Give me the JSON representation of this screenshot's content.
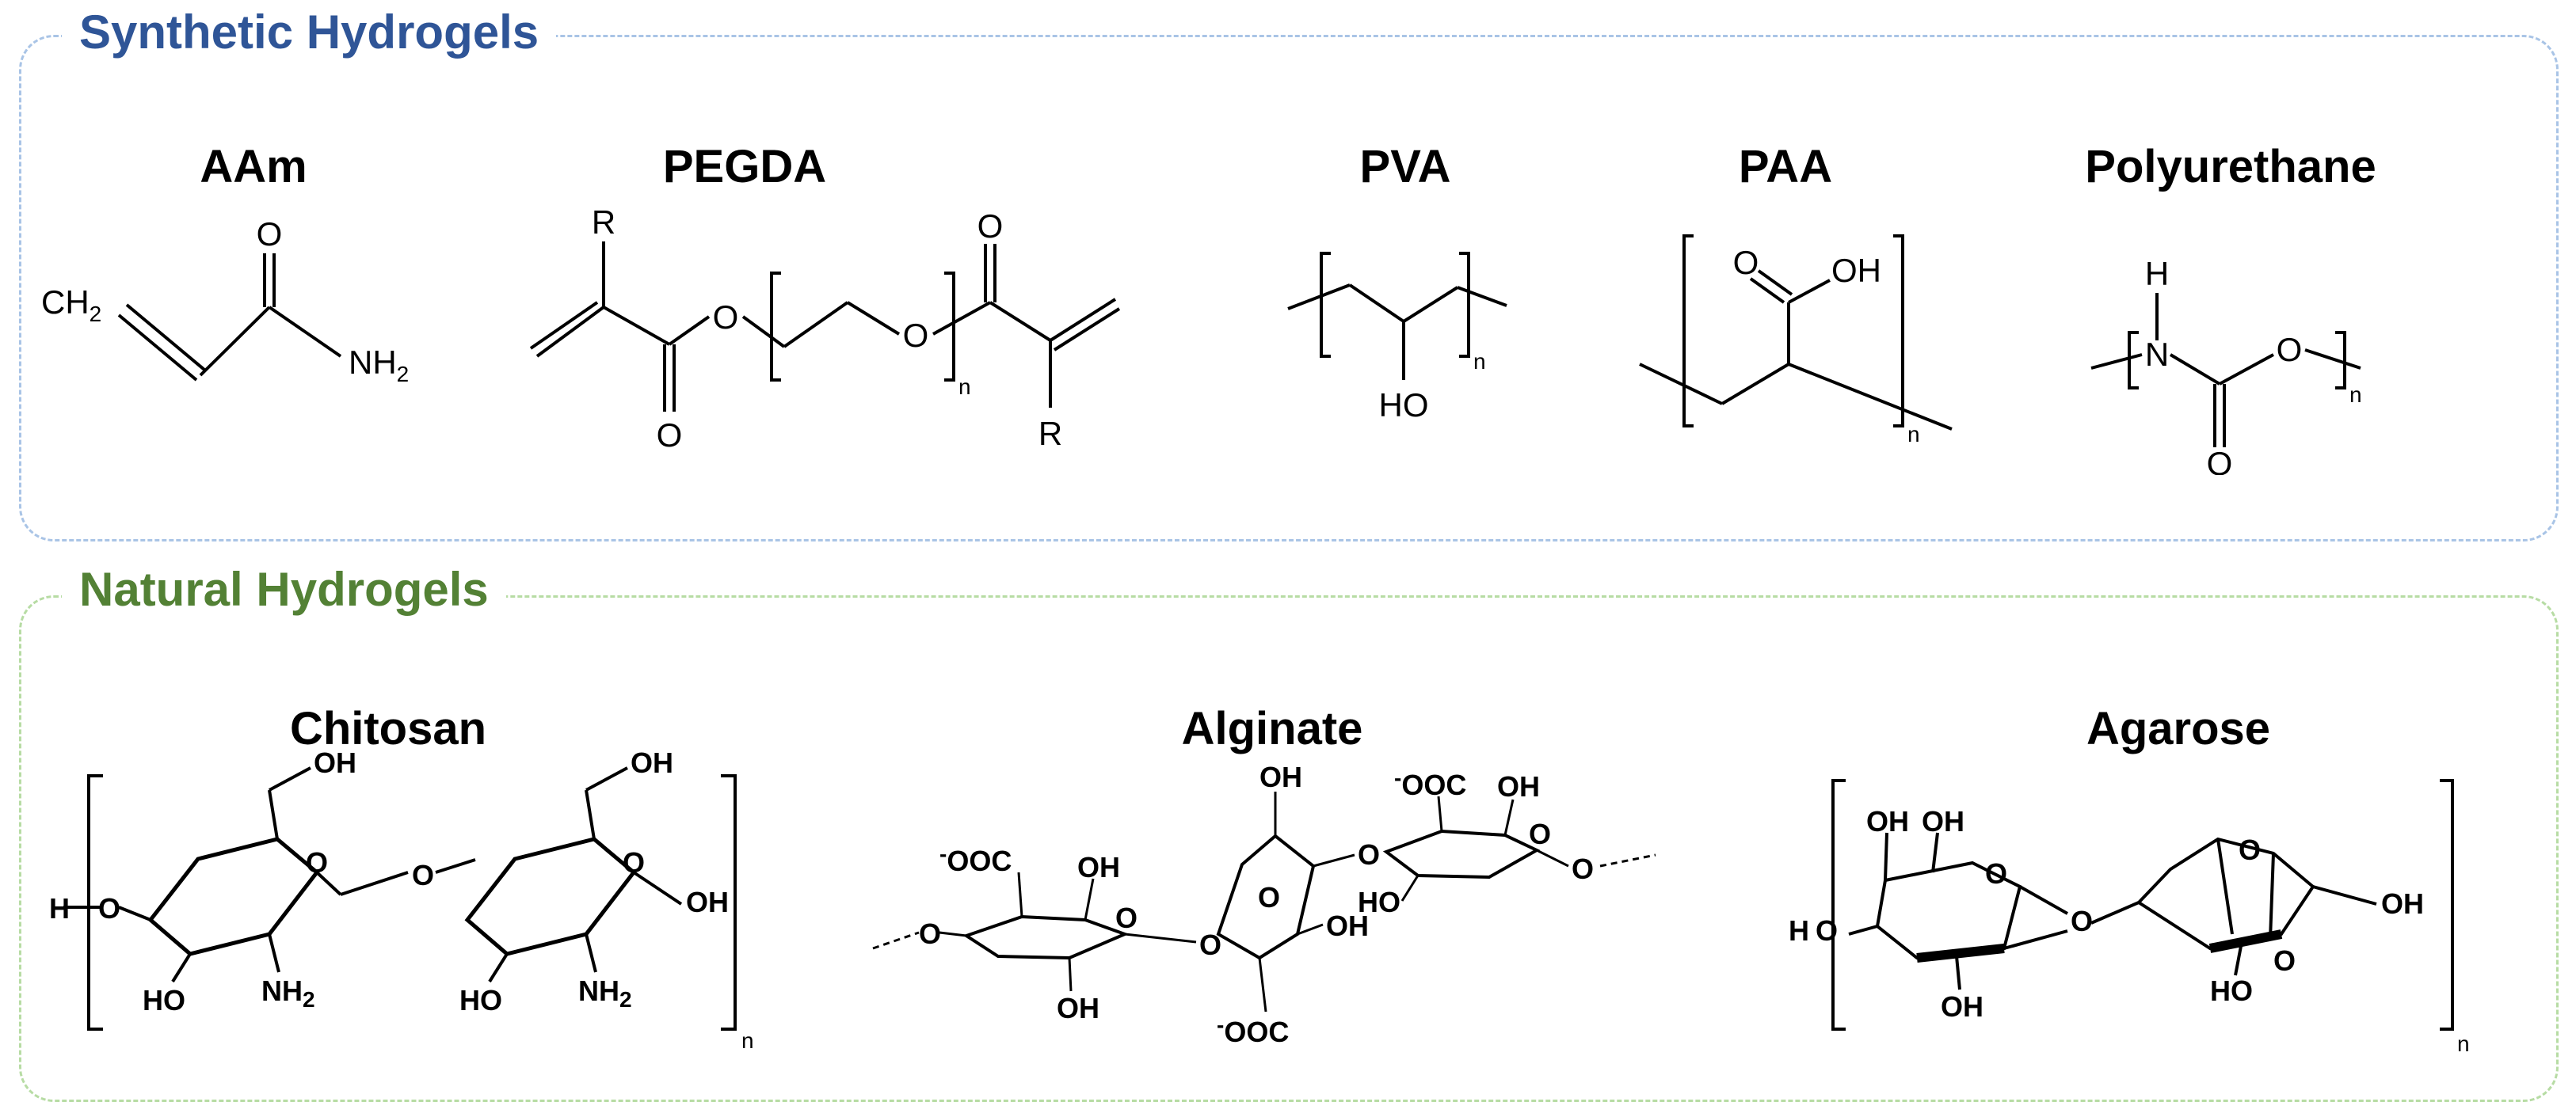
{
  "colors": {
    "synthetic_accent": "#2F5597",
    "synthetic_border": "#A9C4E6",
    "natural_accent": "#538135",
    "natural_border": "#B7DCA4"
  },
  "panels": {
    "synthetic": {
      "title": "Synthetic Hydrogels",
      "items": [
        {
          "name": "AAm"
        },
        {
          "name": "PEGDA"
        },
        {
          "name": "PVA"
        },
        {
          "name": "PAA"
        },
        {
          "name": "Polyurethane"
        }
      ]
    },
    "natural": {
      "title": "Natural Hydrogels",
      "items": [
        {
          "name": "Chitosan"
        },
        {
          "name": "Alginate"
        },
        {
          "name": "Agarose"
        }
      ]
    }
  },
  "atoms": {
    "ch2": "CH",
    "two": "2",
    "o": "O",
    "nh": "NH",
    "r": "R",
    "n": "n",
    "ho": "HO",
    "oh": "OH",
    "h": "H",
    "nn": "N",
    "coo": "OOC",
    "minus": "-"
  }
}
